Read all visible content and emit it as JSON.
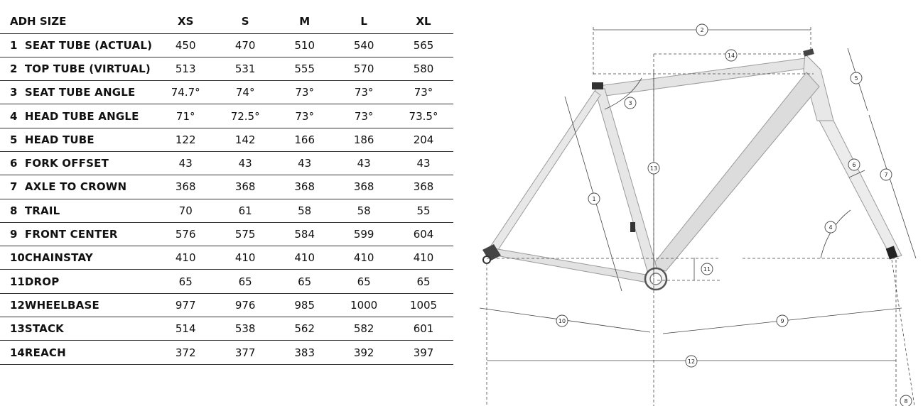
{
  "table": {
    "header_label": "ADH SIZE",
    "sizes": [
      "XS",
      "S",
      "M",
      "L",
      "XL"
    ],
    "rows": [
      {
        "num": "1",
        "name": "SEAT TUBE (ACTUAL)",
        "values": [
          "450",
          "470",
          "510",
          "540",
          "565"
        ]
      },
      {
        "num": "2",
        "name": "TOP TUBE (VIRTUAL)",
        "values": [
          "513",
          "531",
          "555",
          "570",
          "580"
        ]
      },
      {
        "num": "3",
        "name": "SEAT TUBE ANGLE",
        "values": [
          "74.7°",
          "74°",
          "73°",
          "73°",
          "73°"
        ]
      },
      {
        "num": "4",
        "name": "HEAD TUBE ANGLE",
        "values": [
          "71°",
          "72.5°",
          "73°",
          "73°",
          "73.5°"
        ]
      },
      {
        "num": "5",
        "name": "HEAD TUBE",
        "values": [
          "122",
          "142",
          "166",
          "186",
          "204"
        ]
      },
      {
        "num": "6",
        "name": "FORK OFFSET",
        "values": [
          "43",
          "43",
          "43",
          "43",
          "43"
        ]
      },
      {
        "num": "7",
        "name": "AXLE TO CROWN",
        "values": [
          "368",
          "368",
          "368",
          "368",
          "368"
        ]
      },
      {
        "num": "8",
        "name": "TRAIL",
        "values": [
          "70",
          "61",
          "58",
          "58",
          "55"
        ]
      },
      {
        "num": "9",
        "name": "FRONT CENTER",
        "values": [
          "576",
          "575",
          "584",
          "599",
          "604"
        ]
      },
      {
        "num": "10",
        "name": "CHAINSTAY",
        "values": [
          "410",
          "410",
          "410",
          "410",
          "410"
        ]
      },
      {
        "num": "11",
        "name": "DROP",
        "values": [
          "65",
          "65",
          "65",
          "65",
          "65"
        ]
      },
      {
        "num": "12",
        "name": "WHEELBASE",
        "values": [
          "977",
          "976",
          "985",
          "1000",
          "1005"
        ]
      },
      {
        "num": "13",
        "name": "STACK",
        "values": [
          "514",
          "538",
          "562",
          "582",
          "601"
        ]
      },
      {
        "num": "14",
        "name": "REACH",
        "values": [
          "372",
          "377",
          "383",
          "392",
          "397"
        ]
      }
    ]
  },
  "diagram": {
    "markers": [
      "1",
      "2",
      "3",
      "4",
      "5",
      "6",
      "7",
      "8",
      "9",
      "10",
      "11",
      "12",
      "13",
      "14"
    ]
  }
}
